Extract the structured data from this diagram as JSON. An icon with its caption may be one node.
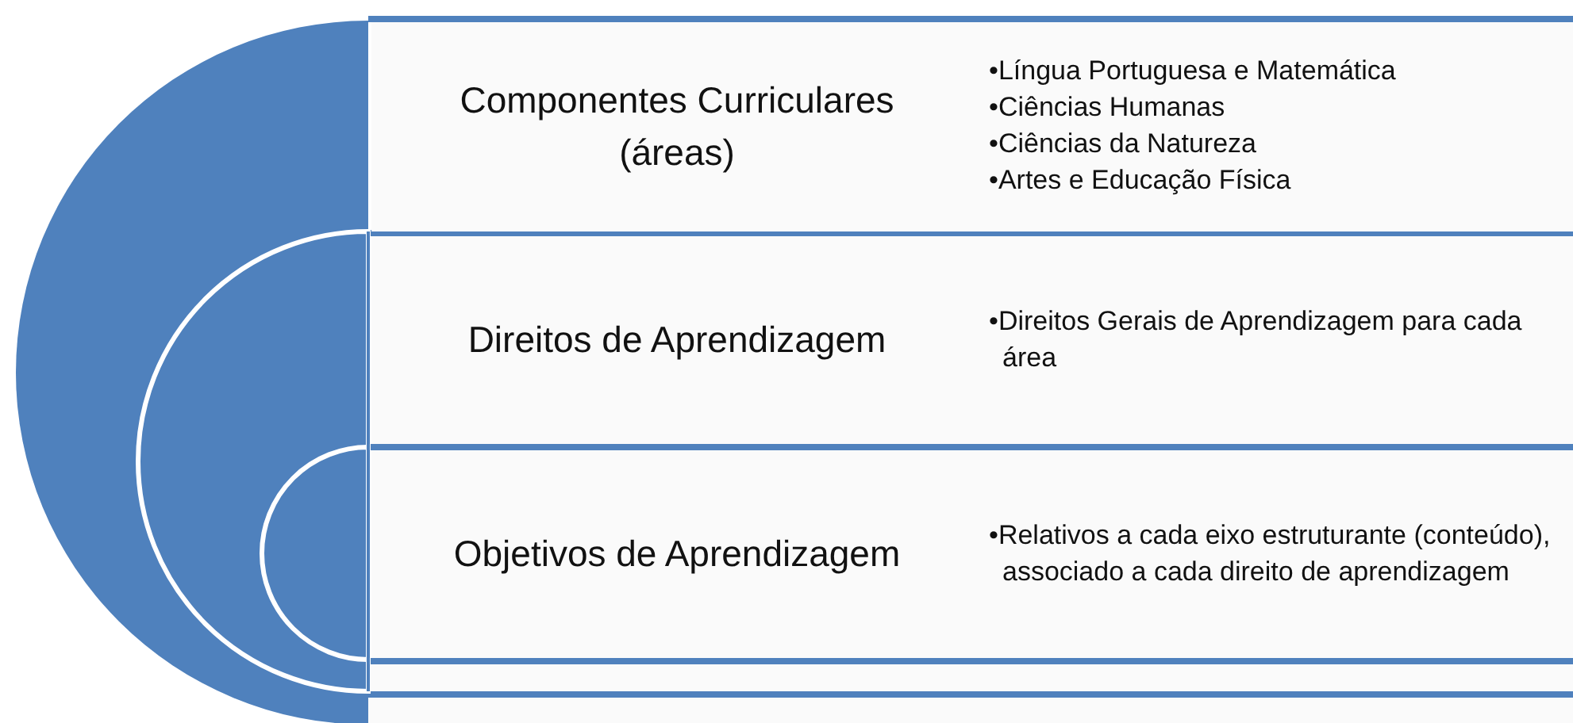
{
  "diagram": {
    "nodes": [
      {
        "text": [
          "Componentes Curriculares (áreas)",
          "•Língua Portuguesa e Matemática",
          "•Ciências Humanas",
          "•Ciências da Natureza",
          "•Artes e Educação Física"
        ]
      },
      {
        "text": [
          "Direitos de Aprendizagem",
          "•Direitos Gerais de Aprendizagem para cada área"
        ]
      },
      {
        "text": [
          "Objetivos de Aprendizagem",
          "•Relativos a cada eixo estruturante (conteúdo), associado a cada direito de aprendizagem"
        ]
      }
    ]
  }
}
